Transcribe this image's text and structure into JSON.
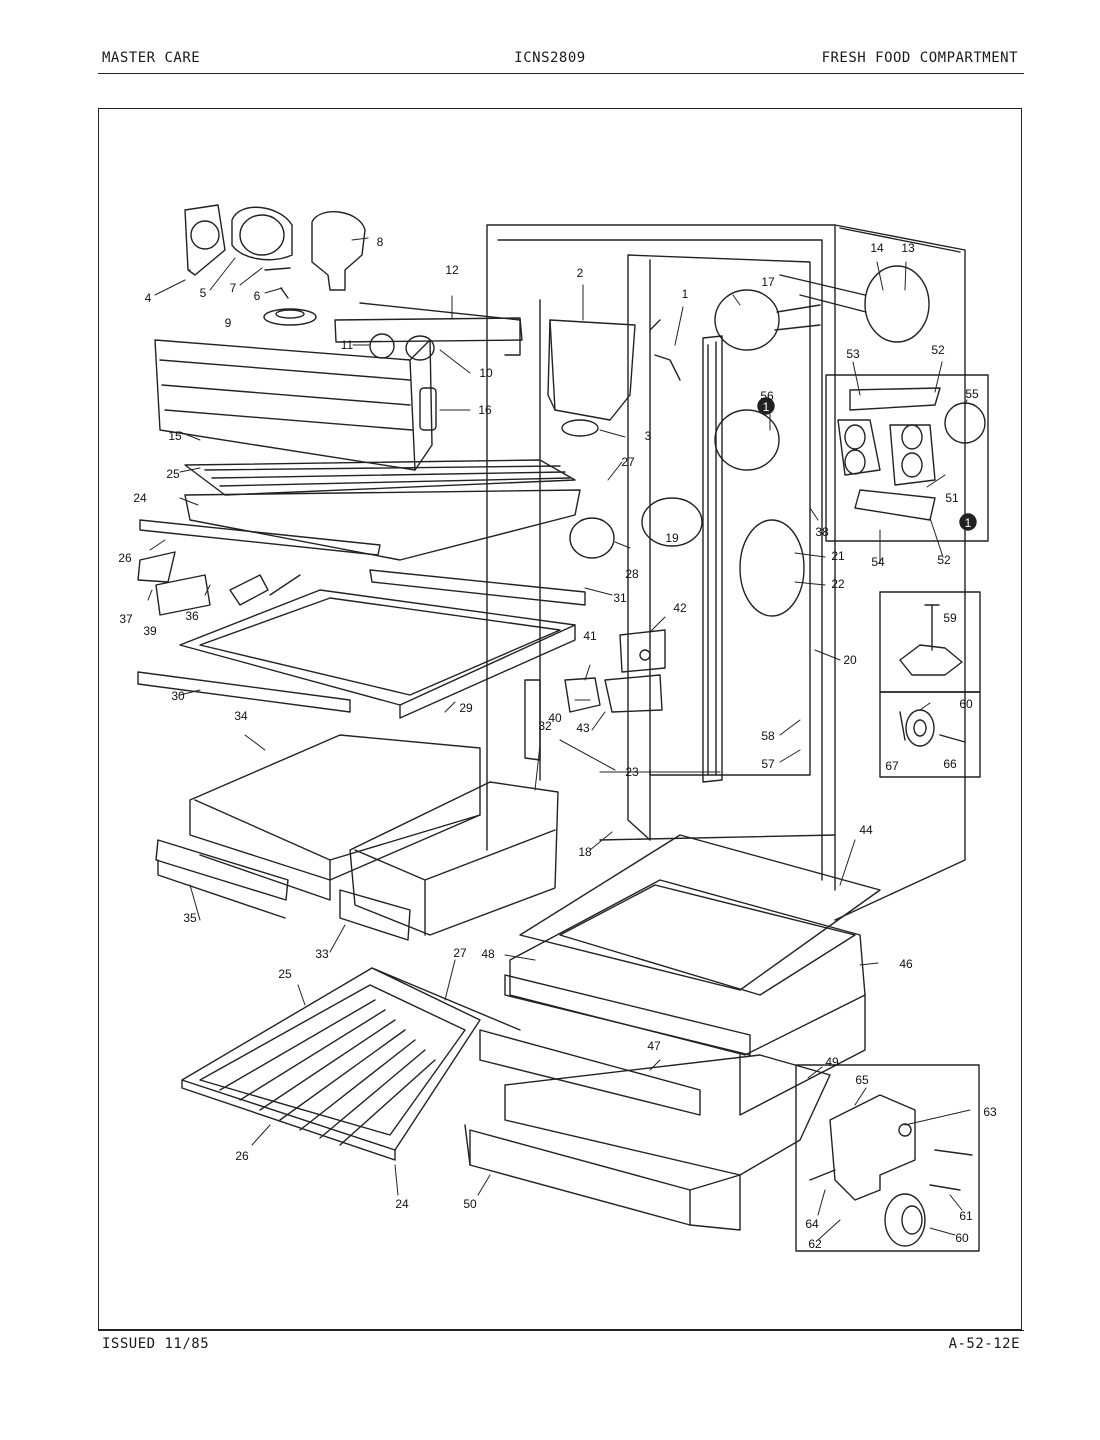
{
  "header": {
    "left": "MASTER CARE",
    "center": "ICNS2809",
    "right": "FRESH FOOD COMPARTMENT"
  },
  "footer": {
    "left": "ISSUED 11/85",
    "right": "A-52-12E"
  },
  "callouts": [
    {
      "id": "c-4",
      "label": "4"
    },
    {
      "id": "c-5",
      "label": "5"
    },
    {
      "id": "c-7",
      "label": "7"
    },
    {
      "id": "c-6",
      "label": "6"
    },
    {
      "id": "c-8",
      "label": "8"
    },
    {
      "id": "c-9",
      "label": "9"
    },
    {
      "id": "c-12",
      "label": "12"
    },
    {
      "id": "c-2",
      "label": "2"
    },
    {
      "id": "c-1",
      "label": "1"
    },
    {
      "id": "c-17",
      "label": "17"
    },
    {
      "id": "c-14",
      "label": "14"
    },
    {
      "id": "c-13",
      "label": "13"
    },
    {
      "id": "c-11",
      "label": "11"
    },
    {
      "id": "c-10",
      "label": "10"
    },
    {
      "id": "c-16",
      "label": "16"
    },
    {
      "id": "c-15",
      "label": "15"
    },
    {
      "id": "c-3",
      "label": "3"
    },
    {
      "id": "c-25a",
      "label": "25"
    },
    {
      "id": "c-27a",
      "label": "27"
    },
    {
      "id": "c-24a",
      "label": "24"
    },
    {
      "id": "c-26a",
      "label": "26"
    },
    {
      "id": "c-19",
      "label": "19"
    },
    {
      "id": "c-28",
      "label": "28"
    },
    {
      "id": "c-37",
      "label": "37"
    },
    {
      "id": "c-39",
      "label": "39"
    },
    {
      "id": "c-36",
      "label": "36"
    },
    {
      "id": "c-31",
      "label": "31"
    },
    {
      "id": "c-42",
      "label": "42"
    },
    {
      "id": "c-41",
      "label": "41"
    },
    {
      "id": "c-40",
      "label": "40"
    },
    {
      "id": "c-43",
      "label": "43"
    },
    {
      "id": "c-30",
      "label": "30"
    },
    {
      "id": "c-29",
      "label": "29"
    },
    {
      "id": "c-34",
      "label": "34"
    },
    {
      "id": "c-32",
      "label": "32"
    },
    {
      "id": "c-23",
      "label": "23"
    },
    {
      "id": "c-18",
      "label": "18"
    },
    {
      "id": "c-35",
      "label": "35"
    },
    {
      "id": "c-33",
      "label": "33"
    },
    {
      "id": "c-53",
      "label": "53"
    },
    {
      "id": "c-52a",
      "label": "52"
    },
    {
      "id": "c-55",
      "label": "55"
    },
    {
      "id": "c-56",
      "label": "56"
    },
    {
      "id": "c-51",
      "label": "51"
    },
    {
      "id": "c-38",
      "label": "38"
    },
    {
      "id": "c-54",
      "label": "54"
    },
    {
      "id": "c-52b",
      "label": "52"
    },
    {
      "id": "c-21",
      "label": "21"
    },
    {
      "id": "c-22",
      "label": "22"
    },
    {
      "id": "c-20",
      "label": "20"
    },
    {
      "id": "c-59",
      "label": "59"
    },
    {
      "id": "c-60a",
      "label": "60"
    },
    {
      "id": "c-67",
      "label": "67"
    },
    {
      "id": "c-66",
      "label": "66"
    },
    {
      "id": "c-58",
      "label": "58"
    },
    {
      "id": "c-57",
      "label": "57"
    },
    {
      "id": "c-44",
      "label": "44"
    },
    {
      "id": "c-48",
      "label": "48"
    },
    {
      "id": "c-27b",
      "label": "27"
    },
    {
      "id": "c-25b",
      "label": "25"
    },
    {
      "id": "c-46",
      "label": "46"
    },
    {
      "id": "c-47",
      "label": "47"
    },
    {
      "id": "c-49",
      "label": "49"
    },
    {
      "id": "c-65",
      "label": "65"
    },
    {
      "id": "c-63",
      "label": "63"
    },
    {
      "id": "c-26b",
      "label": "26"
    },
    {
      "id": "c-24b",
      "label": "24"
    },
    {
      "id": "c-50",
      "label": "50"
    },
    {
      "id": "c-64",
      "label": "64"
    },
    {
      "id": "c-62",
      "label": "62"
    },
    {
      "id": "c-61",
      "label": "61"
    },
    {
      "id": "c-60b",
      "label": "60"
    }
  ],
  "markers": [
    "1",
    "1"
  ]
}
